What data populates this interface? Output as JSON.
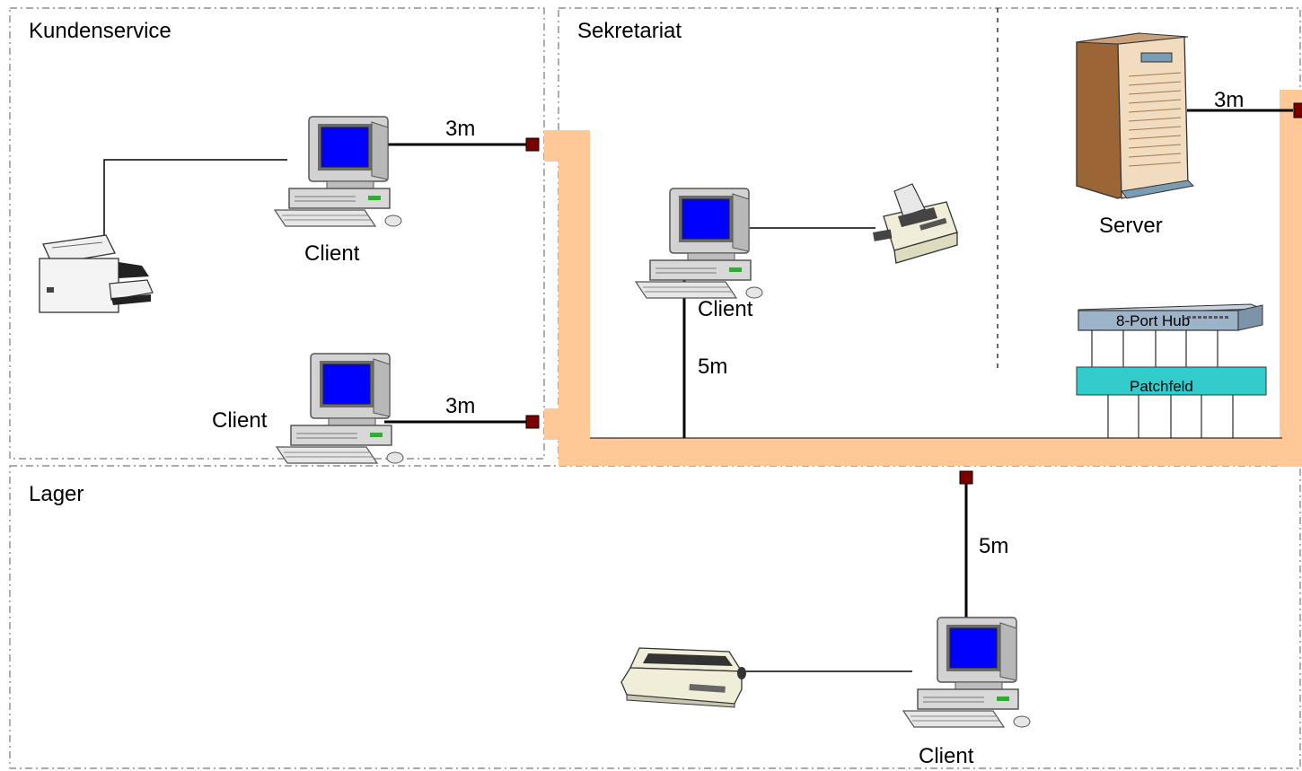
{
  "rooms": {
    "kundenservice": "Kundenservice",
    "sekretariat": "Sekretariat",
    "lager": "Lager"
  },
  "devices": {
    "client_label": "Client",
    "server_label": "Server",
    "hub_label": "8-Port Hub",
    "patch_label": "Patchfeld"
  },
  "cables": {
    "ks_top": "3m",
    "ks_bottom": "3m",
    "sek_drop": "5m",
    "server": "3m",
    "lager_drop": "5m"
  },
  "colors": {
    "duct": "#ffc896",
    "socket": "#7a0000",
    "patch": "#33cccc",
    "hub": "#9db3c8",
    "screen": "#0000ff",
    "server": "#9b6535"
  },
  "icons": [
    "computer-icon",
    "printer-icon",
    "fax-icon",
    "dot-matrix-printer-icon",
    "server-icon",
    "hub-icon",
    "patch-panel-icon"
  ]
}
